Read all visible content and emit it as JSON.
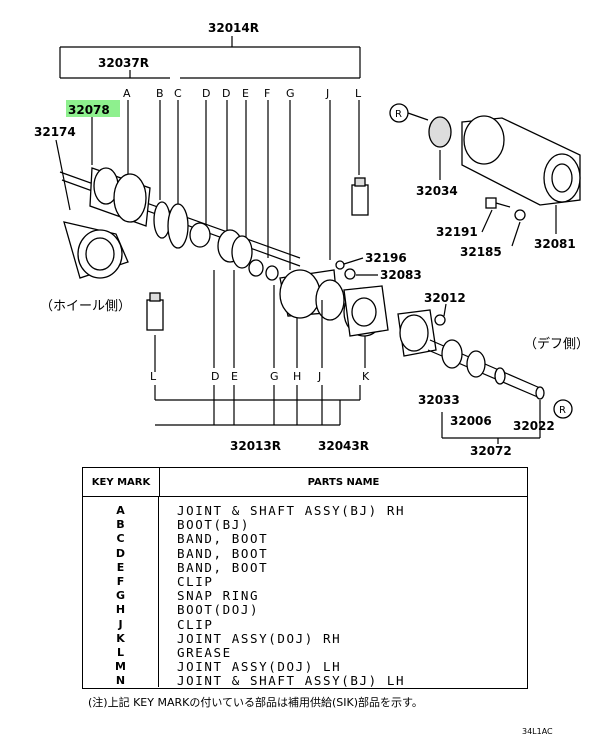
{
  "labels": {
    "p32014": "32014R",
    "p32037": "32037R",
    "p32078": "32078",
    "p32174": "32174",
    "p32034": "32034",
    "p32191": "32191",
    "p32185": "32185",
    "p32081": "32081",
    "p32196": "32196",
    "p32083": "32083",
    "p32012": "32012",
    "p32033": "32033",
    "p32006": "32006",
    "p32022": "32022",
    "p32072": "32072",
    "p32013": "32013R",
    "p32043": "32043R",
    "wheel_side": "（ホイール側）",
    "diff_side": "（デフ側）",
    "r_mark": "R"
  },
  "highlight_color": "#8ef08e",
  "key_letters_top": [
    "A",
    "B",
    "C",
    "D",
    "D",
    "E",
    "F",
    "G",
    "J",
    "L"
  ],
  "key_letters_bottom": [
    "L",
    "D",
    "E",
    "G",
    "H",
    "J",
    "K"
  ],
  "table": {
    "header_key": "KEY MARK",
    "header_parts": "PARTS NAME",
    "rows": [
      {
        "key": "A",
        "name": "JOINT & SHAFT ASSY(BJ) RH"
      },
      {
        "key": "B",
        "name": "BOOT(BJ)"
      },
      {
        "key": "C",
        "name": "BAND, BOOT"
      },
      {
        "key": "D",
        "name": "BAND, BOOT"
      },
      {
        "key": "E",
        "name": "BAND, BOOT"
      },
      {
        "key": "F",
        "name": "CLIP"
      },
      {
        "key": "G",
        "name": "SNAP RING"
      },
      {
        "key": "H",
        "name": "BOOT(DOJ)"
      },
      {
        "key": "J",
        "name": "CLIP"
      },
      {
        "key": "K",
        "name": "JOINT ASSY(DOJ) RH"
      },
      {
        "key": "L",
        "name": "GREASE"
      },
      {
        "key": "M",
        "name": "JOINT ASSY(DOJ) LH"
      },
      {
        "key": "N",
        "name": "JOINT & SHAFT ASSY(BJ) LH"
      }
    ]
  },
  "footnote": "(注)上記 KEY MARKの付いている部品は補用供給(SIK)部品を示す。",
  "code_mark": "34L1AC"
}
